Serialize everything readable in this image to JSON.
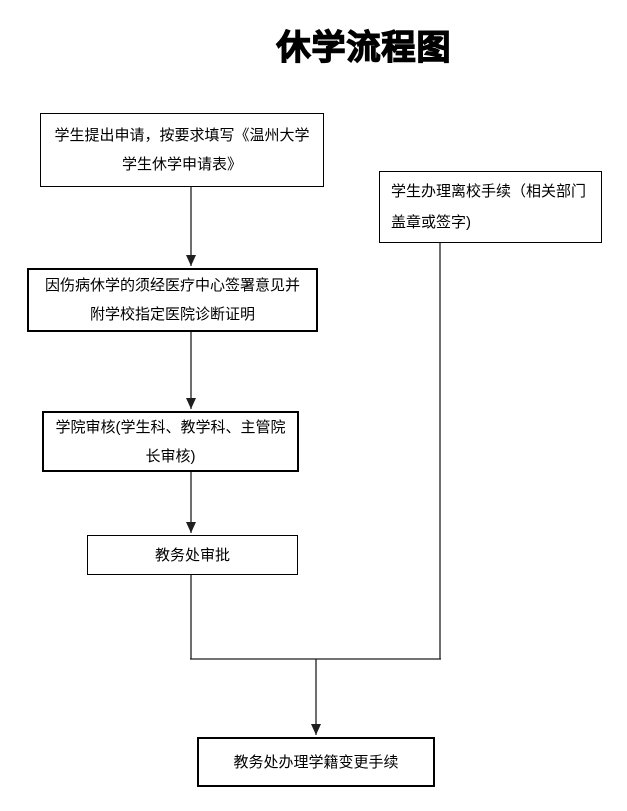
{
  "page": {
    "title": "休学流程图"
  },
  "colors": {
    "background": "#ffffff",
    "text": "#000000",
    "line": "#1f1f1f",
    "box_border": "#000000"
  },
  "flowchart": {
    "nodes": [
      {
        "id": "student-application",
        "label": "学生提出申请，按要求填写《温州大学\n学生休学申请表》"
      },
      {
        "id": "leave-school-procedures",
        "label": "学生办理离校手续（相关部门\n盖章或签字)"
      },
      {
        "id": "medical-certificate",
        "label": "因伤病休学的须经医疗中心签署意见并\n附学校指定医院诊断证明"
      },
      {
        "id": "college-review",
        "label": "学院审核(学生科、教学科、主管院\n长审核)"
      },
      {
        "id": "aao-approval",
        "label": "教务处审批"
      },
      {
        "id": "status-change",
        "label": "教务处办理学籍变更手续"
      }
    ],
    "edges": [
      {
        "from": "student-application",
        "to": "medical-certificate",
        "arrow": true
      },
      {
        "from": "medical-certificate",
        "to": "college-review",
        "arrow": true
      },
      {
        "from": "college-review",
        "to": "aao-approval",
        "arrow": true
      },
      {
        "from": "aao-approval",
        "to": "status-change",
        "arrow": true
      },
      {
        "from": "leave-school-procedures",
        "to": "status-change",
        "arrow": true
      }
    ]
  }
}
